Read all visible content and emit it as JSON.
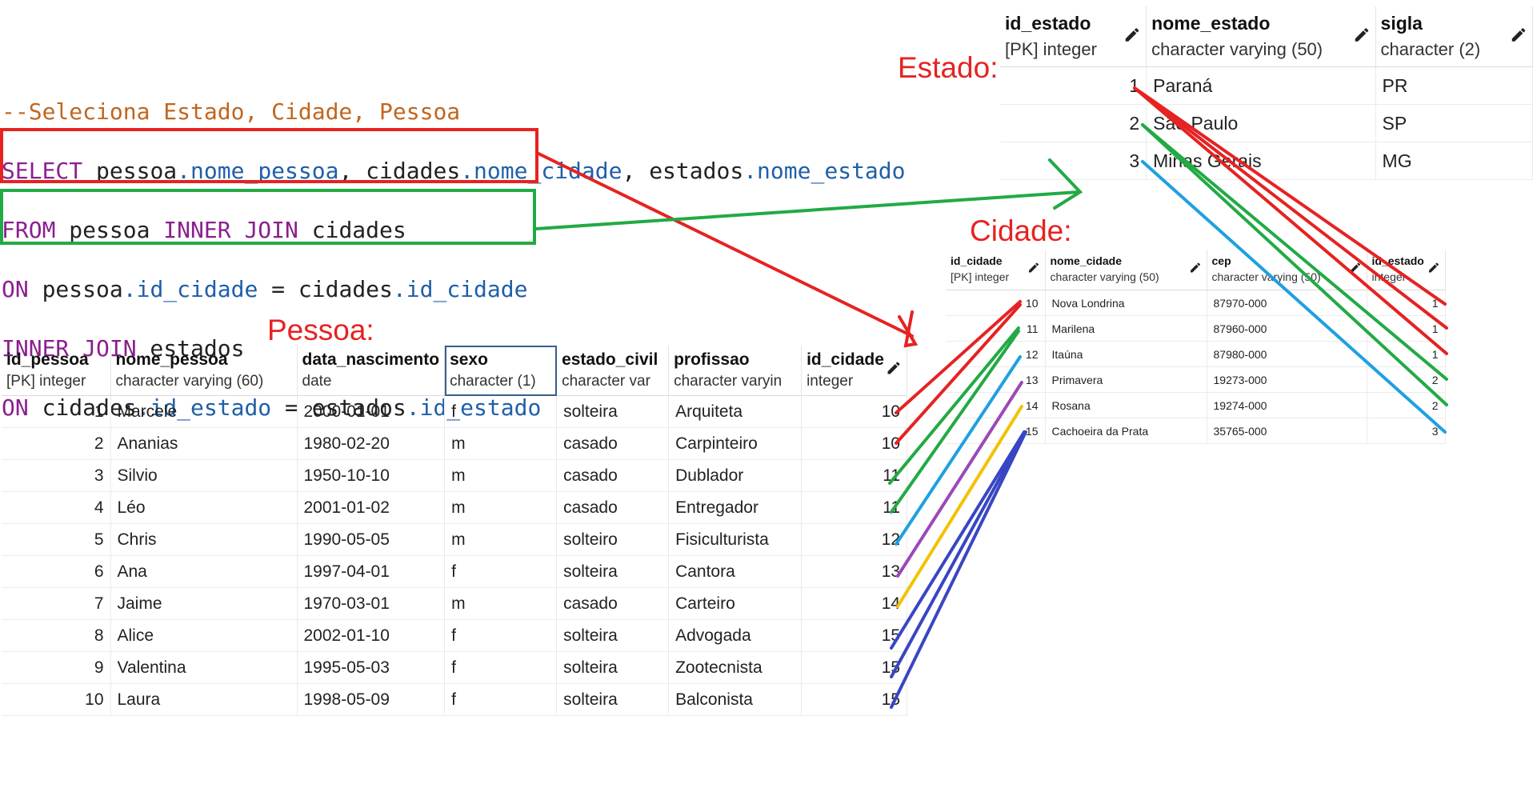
{
  "sql": {
    "comment": "--Seleciona Estado, Cidade, Pessoa",
    "line2": {
      "kw": "SELECT",
      "t1": " pessoa",
      "f1": ".nome_pessoa",
      "t2": ", cidades",
      "f2": ".nome_cidade",
      "t3": ", estados",
      "f3": ".nome_estado"
    },
    "line3": {
      "kw1": "FROM",
      "t1": " pessoa ",
      "kw2": "INNER JOIN",
      "t2": " cidades"
    },
    "line4": {
      "kw": "ON",
      "t1": " pessoa",
      "f1": ".id_cidade",
      "t2": " = cidades",
      "f2": ".id_cidade"
    },
    "line5": {
      "kw": "INNER JOIN",
      "t1": " estados"
    },
    "line6": {
      "kw": "ON",
      "t1": " cidades",
      "f1": ".id_estado",
      "t2": " = estados",
      "f2": ".id_estado"
    }
  },
  "labels": {
    "estado": "Estado:",
    "cidade": "Cidade:",
    "pessoa": "Pessoa:"
  },
  "estado": {
    "columns": [
      {
        "name": "id_estado",
        "type": "[PK] integer"
      },
      {
        "name": "nome_estado",
        "type": "character varying (50)"
      },
      {
        "name": "sigla",
        "type": "character (2)"
      }
    ],
    "rows": [
      [
        "1",
        "Paraná",
        "PR"
      ],
      [
        "2",
        "São Paulo",
        "SP"
      ],
      [
        "3",
        "Minas Gerais",
        "MG"
      ]
    ]
  },
  "cidade": {
    "columns": [
      {
        "name": "id_cidade",
        "type": "[PK] integer"
      },
      {
        "name": "nome_cidade",
        "type": "character varying (50)"
      },
      {
        "name": "cep",
        "type": "character varying (50)"
      },
      {
        "name": "id_estado",
        "type": "integer"
      }
    ],
    "rows": [
      [
        "10",
        "Nova Londrina",
        "87970-000",
        "1"
      ],
      [
        "11",
        "Marilena",
        "87960-000",
        "1"
      ],
      [
        "12",
        "Itaúna",
        "87980-000",
        "1"
      ],
      [
        "13",
        "Primavera",
        "19273-000",
        "2"
      ],
      [
        "14",
        "Rosana",
        "19274-000",
        "2"
      ],
      [
        "15",
        "Cachoeira da Prata",
        "35765-000",
        "3"
      ]
    ]
  },
  "pessoa": {
    "columns": [
      {
        "name": "id_pessoa",
        "type": "[PK] integer"
      },
      {
        "name": "nome_pessoa",
        "type": "character varying (60)"
      },
      {
        "name": "data_nascimento",
        "type": "date"
      },
      {
        "name": "sexo",
        "type": "character (1)"
      },
      {
        "name": "estado_civil",
        "type": "character var"
      },
      {
        "name": "profissao",
        "type": "character varyin"
      },
      {
        "name": "id_cidade",
        "type": "integer"
      }
    ],
    "rows": [
      [
        "1",
        "Marcele",
        "2000-01-01",
        "f",
        "solteira",
        "Arquiteta",
        "10"
      ],
      [
        "2",
        "Ananias",
        "1980-02-20",
        "m",
        "casado",
        "Carpinteiro",
        "10"
      ],
      [
        "3",
        "Silvio",
        "1950-10-10",
        "m",
        "casado",
        "Dublador",
        "11"
      ],
      [
        "4",
        "Léo",
        "2001-01-02",
        "m",
        "casado",
        "Entregador",
        "11"
      ],
      [
        "5",
        "Chris",
        "1990-05-05",
        "m",
        "solteiro",
        "Fisiculturista",
        "12"
      ],
      [
        "6",
        "Ana",
        "1997-04-01",
        "f",
        "solteira",
        "Cantora",
        "13"
      ],
      [
        "7",
        "Jaime",
        "1970-03-01",
        "m",
        "casado",
        "Carteiro",
        "14"
      ],
      [
        "8",
        "Alice",
        "2002-01-10",
        "f",
        "solteira",
        "Advogada",
        "15"
      ],
      [
        "9",
        "Valentina",
        "1995-05-03",
        "f",
        "solteira",
        "Zootecnista",
        "15"
      ],
      [
        "10",
        "Laura",
        "1998-05-09",
        "f",
        "solteira",
        "Balconista",
        "15"
      ]
    ]
  },
  "colors": {
    "red": "#e62222",
    "green": "#22aa44",
    "blue": "#1fa0e0",
    "purple": "#9b48b8",
    "yellow": "#f2c200",
    "indigo": "#3846c4"
  }
}
